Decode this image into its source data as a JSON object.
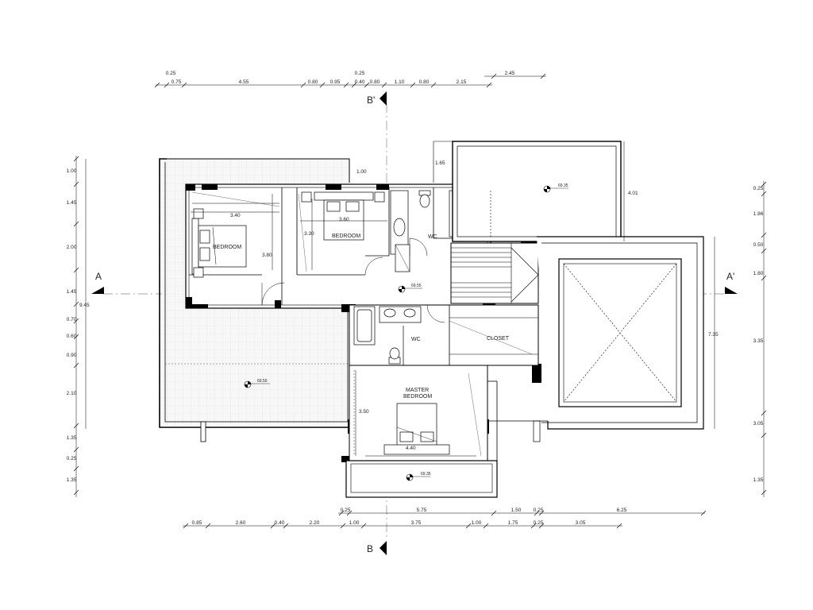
{
  "rooms": {
    "bedroom_left": "BEDROOM",
    "bedroom_mid": "BEDROOM",
    "wc_upper": "WC",
    "wc_lower": "WC",
    "closet": "CLOSET",
    "master_line1": "MASTER",
    "master_line2": "BEDROOM"
  },
  "section_markers": {
    "a": "A",
    "a_prime": "A'",
    "b": "B",
    "b_prime": "B'"
  },
  "levels": {
    "top_right_roof": "69.35",
    "hall": "69.55",
    "terrace": "69.50",
    "balcony": "69.35"
  },
  "dimensions": {
    "top_row1": [
      "0.25",
      "0.25",
      "2.45"
    ],
    "top_row2": [
      "0.75",
      "4.55",
      "0.80",
      "0.95",
      "0.40",
      "0.80",
      "1.10",
      "0.80",
      "2.15"
    ],
    "bottom_row1": [
      "0.25",
      "5.75",
      "1.50",
      "0.25",
      "6.25"
    ],
    "bottom_row2": [
      "0.85",
      "2.60",
      "0.40",
      "2.20",
      "1.00",
      "3.75",
      "1.00",
      "1.75",
      "0.25",
      "3.05"
    ],
    "left_column": [
      "1.00",
      "1.45",
      "2.00",
      "1.45",
      "0.70",
      "0.60",
      "0.90",
      "2.10",
      "1.35",
      "0.25",
      "1.35"
    ],
    "left_total": "9.45",
    "right_column": [
      "0.25",
      "1.86",
      "0.50",
      "1.80",
      "3.35",
      "3.05",
      "1.35"
    ],
    "right_total": "7.35",
    "interior": {
      "bed_left_width": "3.40",
      "bed_left_depth": "3.80",
      "bed_mid_width": "3.60",
      "bed_mid_depth": "3.30",
      "top_wall": "1.00",
      "top_annex": "1.65",
      "annex_depth": "4.01",
      "master_depth": "3.50",
      "master_width": "4.40"
    }
  }
}
